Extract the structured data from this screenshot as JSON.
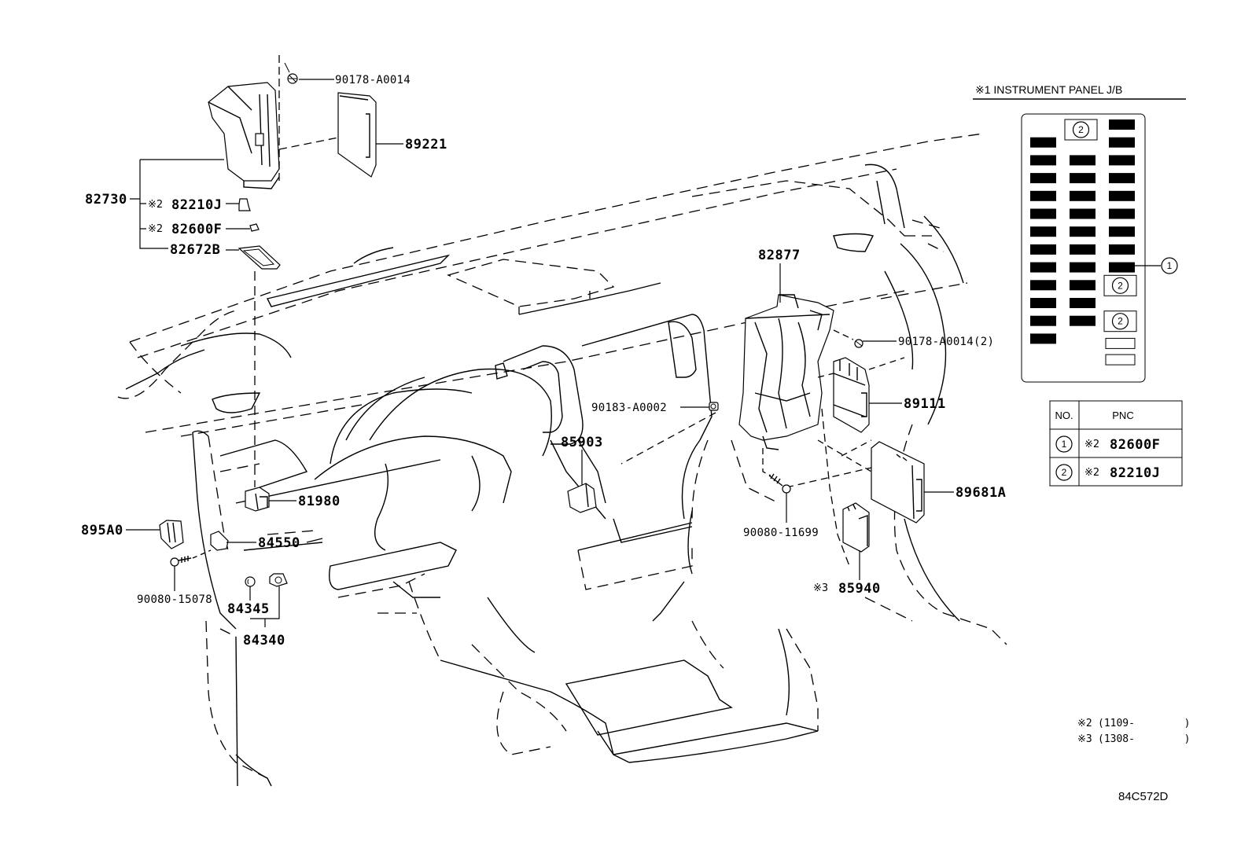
{
  "diagram": {
    "type": "parts-exploded-view",
    "subject": "Instrument panel electrical components",
    "drawing_code": "84C572D",
    "part_labels": {
      "p90178_top": "90178-A0014",
      "p89221": "89221",
      "p82730": "82730",
      "p82210J": "82210J",
      "p82600F": "82600F",
      "p82672B": "82672B",
      "p82877": "82877",
      "p90178_right": "90178-A0014(2)",
      "p89111": "89111",
      "p90183": "90183-A0002",
      "p85903": "85903",
      "p89681A": "89681A",
      "p90080_11699": "90080-11699",
      "p85940": "85940",
      "p81980": "81980",
      "p895A0": "895A0",
      "p84550": "84550",
      "p90080_15078": "90080-15078",
      "p84345": "84345",
      "p84340": "84340"
    },
    "marks": {
      "m2": "※2",
      "m3": "※3"
    },
    "junction_box": {
      "title": "※1 INSTRUMENT PANEL J/B",
      "callout_1": "1",
      "callout_2": "2",
      "columns": 3,
      "rows": 14
    },
    "pnc_table": {
      "headers": [
        "NO.",
        "PNC"
      ],
      "rows": [
        {
          "no": "1",
          "mark": "※2",
          "pnc": "82600F"
        },
        {
          "no": "2",
          "mark": "※2",
          "pnc": "82210J"
        }
      ]
    },
    "footnotes": [
      {
        "mark": "※2",
        "range": "(1109-        )"
      },
      {
        "mark": "※3",
        "range": "(1308-        )"
      }
    ]
  }
}
